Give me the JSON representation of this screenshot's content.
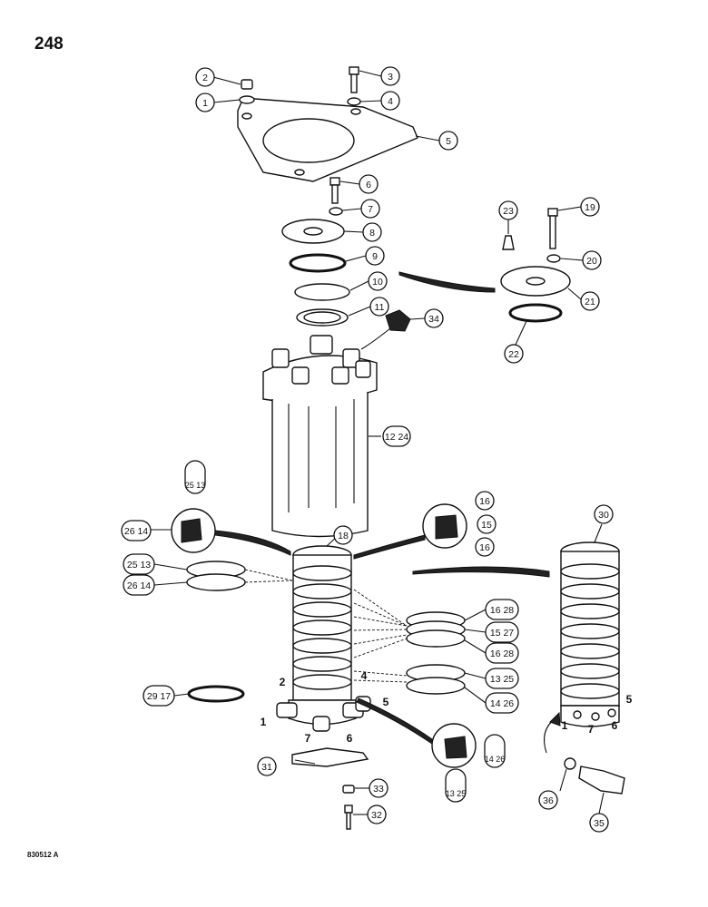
{
  "page_number": "248",
  "diagram_id": "830512 A",
  "callouts": [
    {
      "label": "2"
    },
    {
      "label": "1"
    },
    {
      "label": "3"
    },
    {
      "label": "4"
    },
    {
      "label": "5"
    },
    {
      "label": "6"
    },
    {
      "label": "7"
    },
    {
      "label": "8"
    },
    {
      "label": "9"
    },
    {
      "label": "10"
    },
    {
      "label": "11"
    },
    {
      "label": "34"
    },
    {
      "label": "12 24"
    },
    {
      "label": "23"
    },
    {
      "label": "19"
    },
    {
      "label": "20"
    },
    {
      "label": "21"
    },
    {
      "label": "22"
    },
    {
      "label": "25 13"
    },
    {
      "label": "26 14"
    },
    {
      "label": "18"
    },
    {
      "label": "16"
    },
    {
      "label": "15"
    },
    {
      "label": "16"
    },
    {
      "label": "25 13"
    },
    {
      "label": "26 14"
    },
    {
      "label": "30"
    },
    {
      "label": "16 28"
    },
    {
      "label": "15 27"
    },
    {
      "label": "16 28"
    },
    {
      "label": "13 25"
    },
    {
      "label": "14 26"
    },
    {
      "label": "29 17"
    },
    {
      "label": "14 26"
    },
    {
      "label": "13 25"
    },
    {
      "label": "31"
    },
    {
      "label": "33"
    },
    {
      "label": "32"
    },
    {
      "label": "36"
    },
    {
      "label": "35"
    }
  ],
  "port_labels": [
    {
      "label": "2"
    },
    {
      "label": "4"
    },
    {
      "label": "5"
    },
    {
      "label": "1"
    },
    {
      "label": "7"
    },
    {
      "label": "6"
    },
    {
      "label": "5"
    },
    {
      "label": "1"
    },
    {
      "label": "7"
    },
    {
      "label": "6"
    }
  ]
}
